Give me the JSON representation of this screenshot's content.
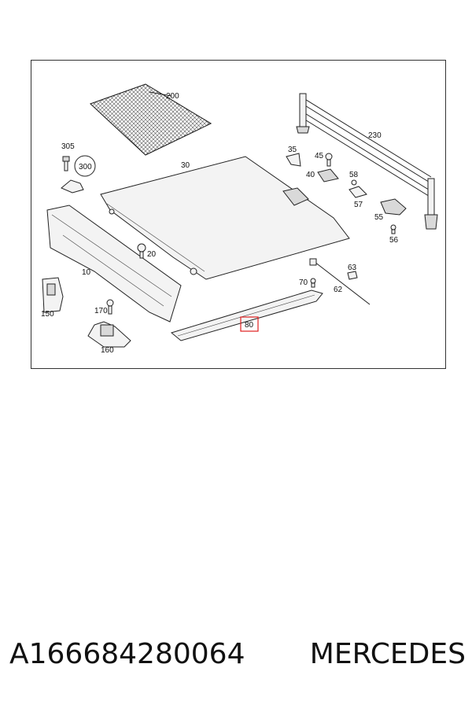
{
  "diagram": {
    "labels": {
      "l200": "200",
      "l230": "230",
      "l305": "305",
      "l300": "300",
      "l30": "30",
      "l35": "35",
      "l45": "45",
      "l40": "40",
      "l58": "58",
      "l57": "57",
      "l55": "55",
      "l56": "56",
      "l20": "20",
      "l10": "10",
      "l63": "63",
      "l70": "70",
      "l62": "62",
      "l150": "150",
      "l170": "170",
      "l80": "80",
      "l160": "160"
    },
    "highlight_color": "#e02020"
  },
  "caption": {
    "part_number": "A166684280064",
    "brand": "MERCEDES"
  }
}
